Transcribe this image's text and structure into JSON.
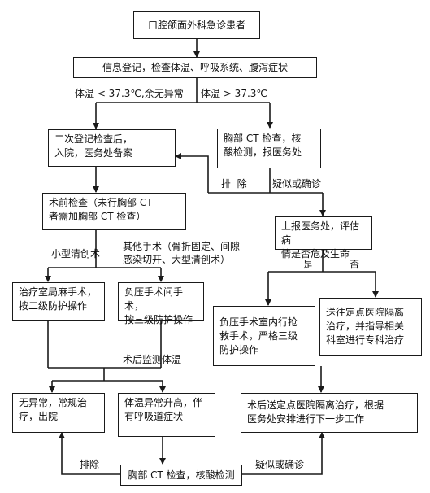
{
  "nodes": {
    "patient": "口腔颌面外科急诊患者",
    "register": "信息登记，检查体温、呼吸系统、腹泻症状",
    "second_register": "二次登记检查后，\n入院，医务处备案",
    "chest_ct": "胸部 CT 检查，核\n酸检测，报医务处",
    "preop_check": "术前检查（未行胸部 CT\n者需加胸部 CT 检查）",
    "report_office": "上报医务处，评估病\n情是否危及生命",
    "treatment_room": "治疗室局麻手术，\n按二级防护操作",
    "negative_or": "负压手术间手术，\n按三级防护操作",
    "negative_rescue": "负压手术室内行抢\n救手术，严格三级\n防护操作",
    "send_hospital": "送往定点医院隔离\n治疗，并指导相关\n科室进行专科治疗",
    "normal": "无异常，常规治\n疗，出院",
    "abnormal": "体温异常升高，伴\n有呼吸道症状",
    "postop_send": "术后送定点医院隔离治疗，根据\n医务处安排进行下一步工作",
    "final_ct": "胸部 CT 检查，核酸检测"
  },
  "labels": {
    "temp_low": "体温 < 37.3℃,余无异常",
    "temp_high": "体温 > 37.3℃",
    "exclude_1": "排  除",
    "suspect_1": "疑似或确诊",
    "minor_debride": "小型清创术",
    "other_surgery": "其他手术（骨折固定、间隙\n感染切开、大型清创术）",
    "yes": "是",
    "no": "否",
    "postop_monitor": "术后监测体温",
    "exclude_2": "排除",
    "suspect_2": "疑似或确诊"
  }
}
